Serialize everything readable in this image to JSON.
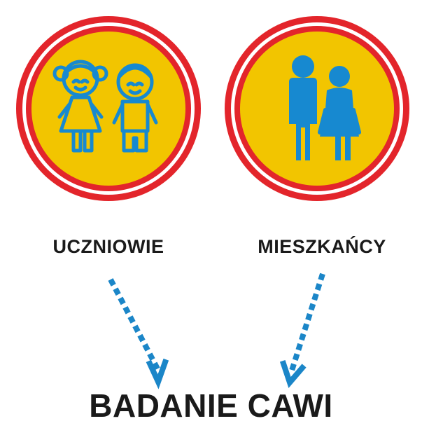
{
  "groups": [
    {
      "label": "UCZNIOWIE",
      "icon": "children-icon"
    },
    {
      "label": "MIESZKAŃCY",
      "icon": "adults-couple-icon"
    }
  ],
  "target": {
    "label": "BADANIE CAWI"
  },
  "colors": {
    "ring_red": "#e3252b",
    "fill_yellow": "#f2c500",
    "icon_blue": "#1789d0",
    "arrow_blue": "#1b86c8",
    "text": "#1a1a1a"
  }
}
